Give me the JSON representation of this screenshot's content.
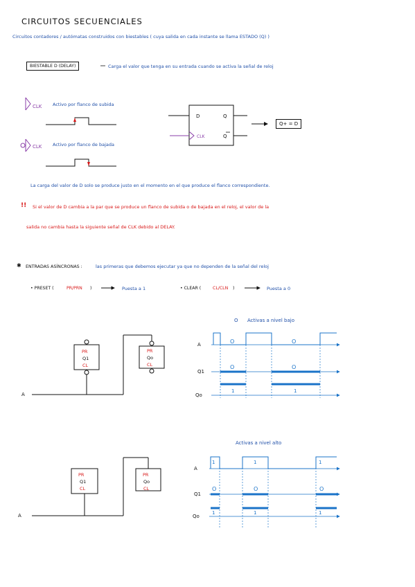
{
  "title": "CIRCUITOS SECUENCIALES",
  "intro": "Circuitos contadores / autómatas construidos con biestables ( cuya salida en cada instante se llama ESTADO (Q) )",
  "biestable_label": "BIESTABLE D (DELAY)",
  "biestable_desc": "Carga el valor que tenga en su entrada cuando se activa la señal de reloj",
  "clk": "CLK",
  "clk_rise_desc": "Activo por flanco de subida",
  "clk_fall_desc": "Activo por flanco de bajada",
  "dff": {
    "d": "D",
    "q": "Q",
    "qbar": "Q",
    "clk": "CLK"
  },
  "equation": "Q+ = D",
  "load_note": "La carga del valor de D solo se produce justo en el momento en el que produce el flanco correspondiente.",
  "warning_mark": "!!",
  "warning_line1": "Si el valor de D cambia a la par que se produce un flanco de subida o de bajada en el reloj, el valor de la",
  "warning_line2": "salida no cambia hasta la siguiente señal de CLK debido al DELAY.",
  "async_mark": "✱",
  "async_title": "ENTRADAS ASÍNCRONAS :",
  "async_desc": "las primeras que debemos ejecutar ya que no dependen de la señal del reloj",
  "preset_prefix": "• PRESET (",
  "preset_code": "PR/PRN",
  "preset_suffix": ")",
  "preset_result": "Puesta a 1",
  "clear_prefix": "• CLEAR (",
  "clear_code": "CL/CLN",
  "clear_suffix": ")",
  "clear_result": "Puesta a 0",
  "low": {
    "heading_mark": "O",
    "heading": "Activas a nivel bajo",
    "pr": "PR",
    "q1": "Q1",
    "qo": "Qo",
    "cl": "CL",
    "a": "A",
    "sig_a": "A",
    "sig_q1": "Q1",
    "sig_qo": "Qo",
    "circle_mark": "O",
    "one_mark": "1"
  },
  "high": {
    "heading": "Activas a nivel alto",
    "pr": "PR",
    "q1": "Q1",
    "qo": "Qo",
    "cl": "CL",
    "a": "A",
    "sig_a": "A",
    "sig_q1": "Q1",
    "sig_qo": "Qo",
    "circle_mark": "O",
    "one_mark": "1"
  }
}
